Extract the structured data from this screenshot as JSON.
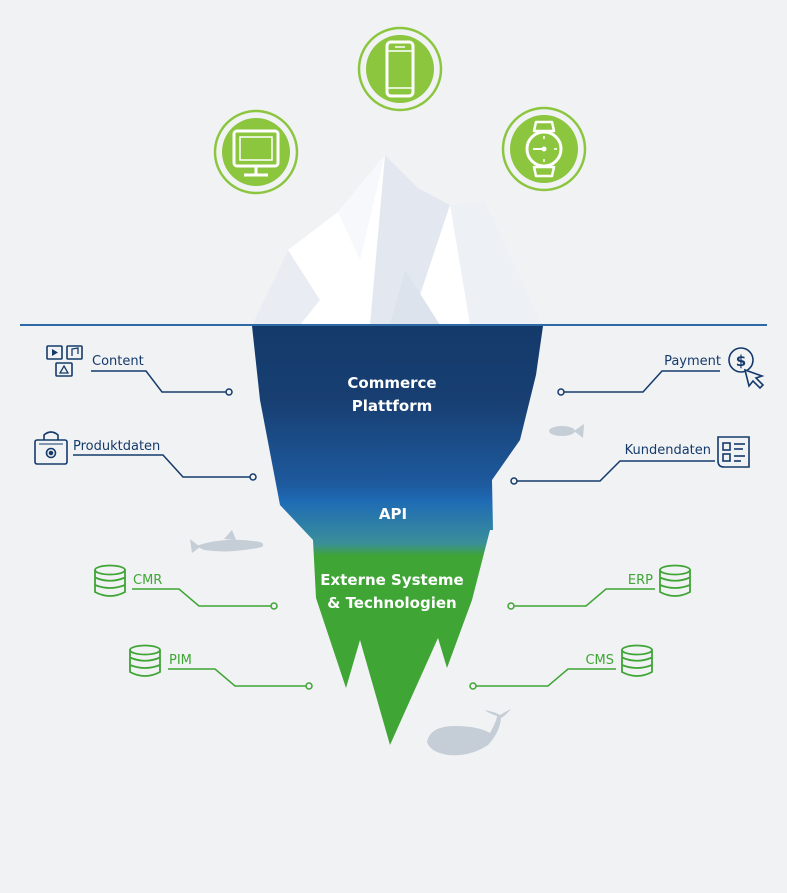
{
  "title": "",
  "iceberg": {
    "sections": [
      {
        "id": "commerce",
        "lines": [
          "Commerce",
          "Plattform"
        ]
      },
      {
        "id": "api",
        "lines": [
          "API"
        ]
      },
      {
        "id": "extern",
        "lines": [
          "Externe Systeme",
          "& Technologien"
        ]
      }
    ]
  },
  "devices": [
    {
      "name": "monitor",
      "icon": "monitor-icon"
    },
    {
      "name": "smartphone",
      "icon": "smartphone-icon"
    },
    {
      "name": "smartwatch",
      "icon": "smartwatch-icon"
    }
  ],
  "labels": {
    "content": "Content",
    "produktdaten": "Produktdaten",
    "payment": "Payment",
    "kundendaten": "Kundendaten",
    "cmr": "CMR",
    "pim": "PIM",
    "erp": "ERP",
    "cms": "CMS"
  },
  "colors": {
    "background": "#f1f2f4",
    "navy": "#143a6b",
    "blue": "#1f6bb5",
    "green": "#3fa535",
    "lightgreen": "#8cc63f",
    "waterline": "#2d6aa5",
    "fish": "#c5cdd6"
  }
}
